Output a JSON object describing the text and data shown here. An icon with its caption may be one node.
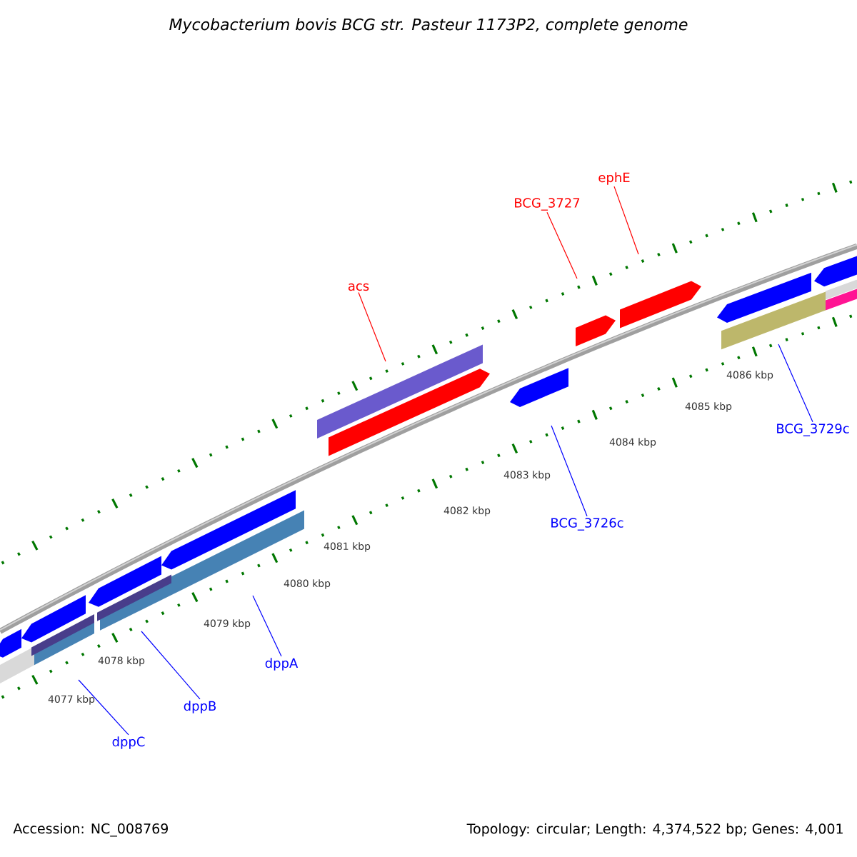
{
  "diagram": {
    "title": "*Mycobacterium bovis* BCG str. Pasteur 1173P2, complete genome",
    "nodes": [
      {
        "text": [
          "ephE"
        ]
      },
      {
        "text": [
          "BCG_3727"
        ]
      },
      {
        "text": [
          "acs"
        ]
      },
      {
        "text": [
          "BCG_3729c"
        ]
      },
      {
        "text": [
          "BCG_3726c"
        ]
      },
      {
        "text": [
          "dppA"
        ]
      },
      {
        "text": [
          "dppB"
        ]
      },
      {
        "text": [
          "dppC"
        ]
      }
    ],
    "edges": [
      {
        "from": 0,
        "to": null,
        "arrow": "none",
        "color": "#ff0000"
      },
      {
        "from": 1,
        "to": null,
        "arrow": "none",
        "color": "#ff0000"
      },
      {
        "from": 2,
        "to": null,
        "arrow": "none",
        "color": "#ff0000"
      },
      {
        "from": 3,
        "to": null,
        "arrow": "none"
      },
      {
        "from": 4,
        "to": null,
        "arrow": "none"
      },
      {
        "from": 5,
        "to": null,
        "arrow": "none"
      },
      {
        "from": 6,
        "to": null,
        "arrow": "none"
      },
      {
        "from": 7,
        "to": null,
        "arrow": "none"
      }
    ],
    "labels": [
      "4086 kbp",
      "4085 kbp",
      "4084 kbp",
      "4083 kbp",
      "4082 kbp",
      "4081 kbp",
      "4080 kbp",
      "4079 kbp",
      "4078 kbp",
      "4077 kbp",
      "Accession: NC_008769",
      "Topology: circular; Length: 4,374,522 bp; Genes: 4,001"
    ]
  }
}
